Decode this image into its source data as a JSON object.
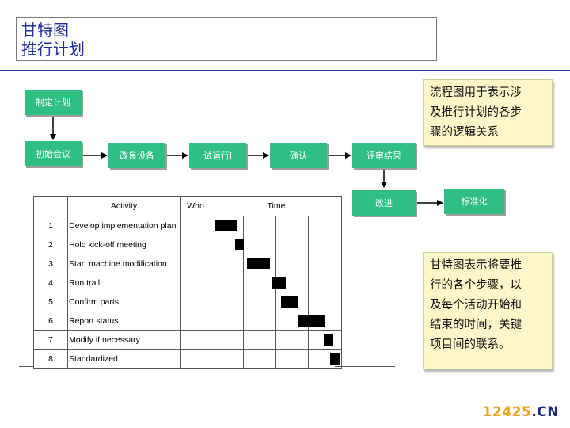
{
  "title": {
    "line1": "甘特图",
    "line2": "推行计划"
  },
  "flow": {
    "nodes": {
      "plan": "制定计划",
      "kickoff": "初始会议",
      "improve_equipment": "改良设备",
      "trial_run": "试运行l",
      "confirm": "确认",
      "review": "评审结果",
      "improve": "改进",
      "standardize": "标准化"
    }
  },
  "notes": {
    "flowchart": [
      "流程图用于表示涉",
      "及推行计划的各步",
      "骤的逻辑关系"
    ],
    "gantt": [
      "甘特图表示将要推",
      "行的各个步骤，以",
      "及每个活动开始和",
      "结束的时间，关键",
      "项目间的联系。"
    ]
  },
  "gantt": {
    "headers": {
      "activity": "Activity",
      "who": "Who",
      "time": "Time"
    },
    "time_columns": 4,
    "rows": [
      {
        "num": "1",
        "activity": "Develop implementation  plan",
        "start": 0.1,
        "end": 0.8
      },
      {
        "num": "2",
        "activity": "Hold kick-off meeting",
        "start": 0.75,
        "end": 1.0
      },
      {
        "num": "3",
        "activity": "Start machine modification",
        "start": 1.1,
        "end": 1.8
      },
      {
        "num": "4",
        "activity": "Run trail",
        "start": 1.85,
        "end": 2.3
      },
      {
        "num": "5",
        "activity": "Confirm parts",
        "start": 2.15,
        "end": 2.65
      },
      {
        "num": "6",
        "activity": "Report status",
        "start": 2.65,
        "end": 3.5
      },
      {
        "num": "7",
        "activity": "Modify if necessary",
        "start": 3.45,
        "end": 3.75
      },
      {
        "num": "8",
        "activity": "Standardized",
        "start": 3.65,
        "end": 3.95
      }
    ]
  },
  "watermark": {
    "number": "12425",
    "suffix": ".CN"
  },
  "colors": {
    "node": "#2fbf83",
    "title": "#1f2f9e",
    "note_bg": "#fdf6c9",
    "rule": "#2d3aa6"
  }
}
